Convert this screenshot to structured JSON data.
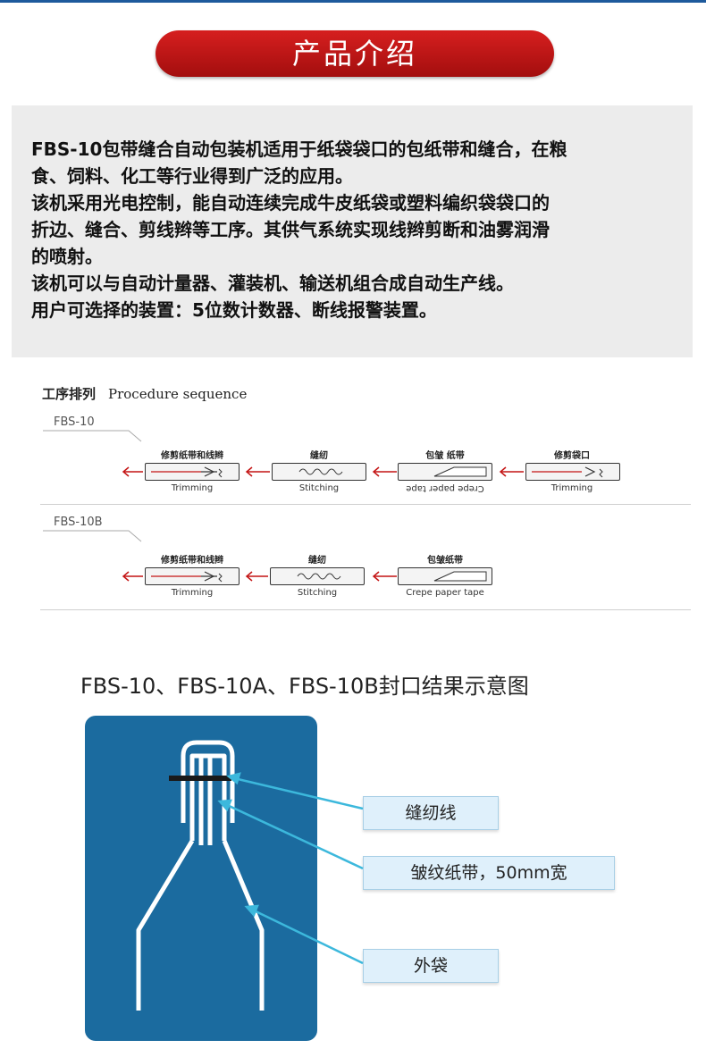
{
  "header": {
    "title": "产品介绍"
  },
  "intro": {
    "lines": [
      "FBS-10包带缝合自动包装机适用于纸袋袋口的包纸带和缝合，在粮",
      "食、饲料、化工等行业得到广泛的应用。",
      "该机采用光电控制，能自动连续完成牛皮纸袋或塑料编织袋袋口的",
      "折边、缝合、剪线辫等工序。其供气系统实现线辫剪断和油雾润滑",
      "的喷射。",
      "该机可以与自动计量器、灌装机、输送机组合成自动生产线。",
      "用户可选择的装置：5位数计数器、断线报警装置。"
    ]
  },
  "procedure": {
    "title_cn": "工序排列",
    "title_en": "Procedure sequence",
    "models": [
      {
        "name": "FBS-10",
        "steps": [
          {
            "cn": "修剪纸带和线辫",
            "en": "Trimming"
          },
          {
            "cn": "缝纫",
            "en": "Stitching"
          },
          {
            "cn": "包皱 纸带",
            "en": "Crepe paper tape"
          },
          {
            "cn": "修剪袋口",
            "en": "Trimming"
          }
        ]
      },
      {
        "name": "FBS-10B",
        "steps": [
          {
            "cn": "修剪纸带和线辫",
            "en": "Trimming"
          },
          {
            "cn": "缝纫",
            "en": "Stitching"
          },
          {
            "cn": "包皱纸带",
            "en": "Crepe paper tape"
          }
        ]
      }
    ]
  },
  "seal_diagram": {
    "title": "FBS-10、FBS-10A、FBS-10B封口结果示意图",
    "labels": {
      "stitch_line": "缝纫线",
      "crepe_tape": "皱纹纸带，50mm宽",
      "outer_bag": "外袋"
    }
  },
  "colors": {
    "accent_red": "#c41414",
    "bag_blue": "#1b6b9f",
    "callout_bg": "#dff0fb",
    "pointer_cyan": "#3cb8dc",
    "top_line": "#1e5a9c"
  }
}
